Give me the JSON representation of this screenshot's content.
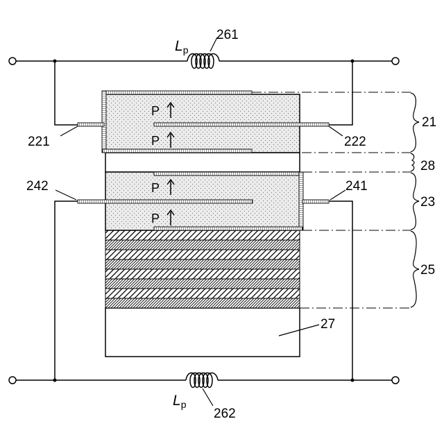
{
  "labels": {
    "ind_top_ref": "261",
    "ind_bottom_ref": "262",
    "inductor_symbol": "L",
    "inductor_sub": "p",
    "elec_221": "221",
    "elec_222": "222",
    "elec_242": "242",
    "elec_241": "241",
    "layer_27": "27",
    "brace_21": "21",
    "brace_28": "28",
    "brace_23": "23",
    "brace_25": "25",
    "polarization": "P"
  }
}
